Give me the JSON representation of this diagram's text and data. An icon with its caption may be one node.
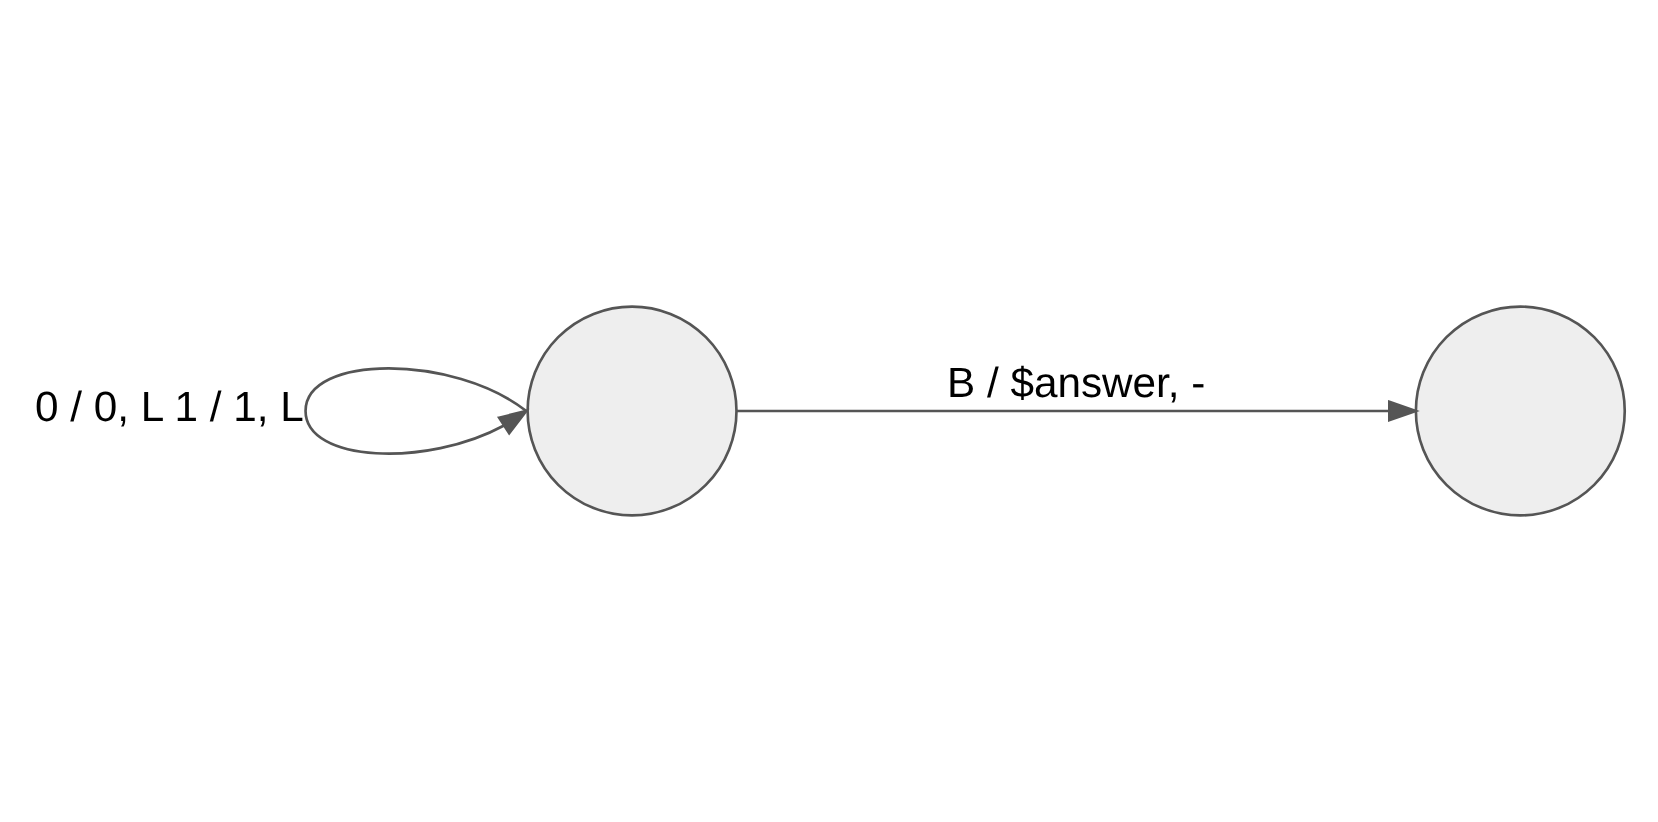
{
  "diagram": {
    "nodes": [
      {
        "text": [],
        "shape": "circle"
      },
      {
        "text": [],
        "shape": "circle"
      }
    ],
    "edges": [
      {
        "from": 0,
        "to": 0,
        "arrow": "to",
        "label": "0 / 0, L 1 / 1, L"
      },
      {
        "from": 0,
        "to": 1,
        "arrow": "to",
        "label": "B / $answer, -"
      }
    ]
  }
}
